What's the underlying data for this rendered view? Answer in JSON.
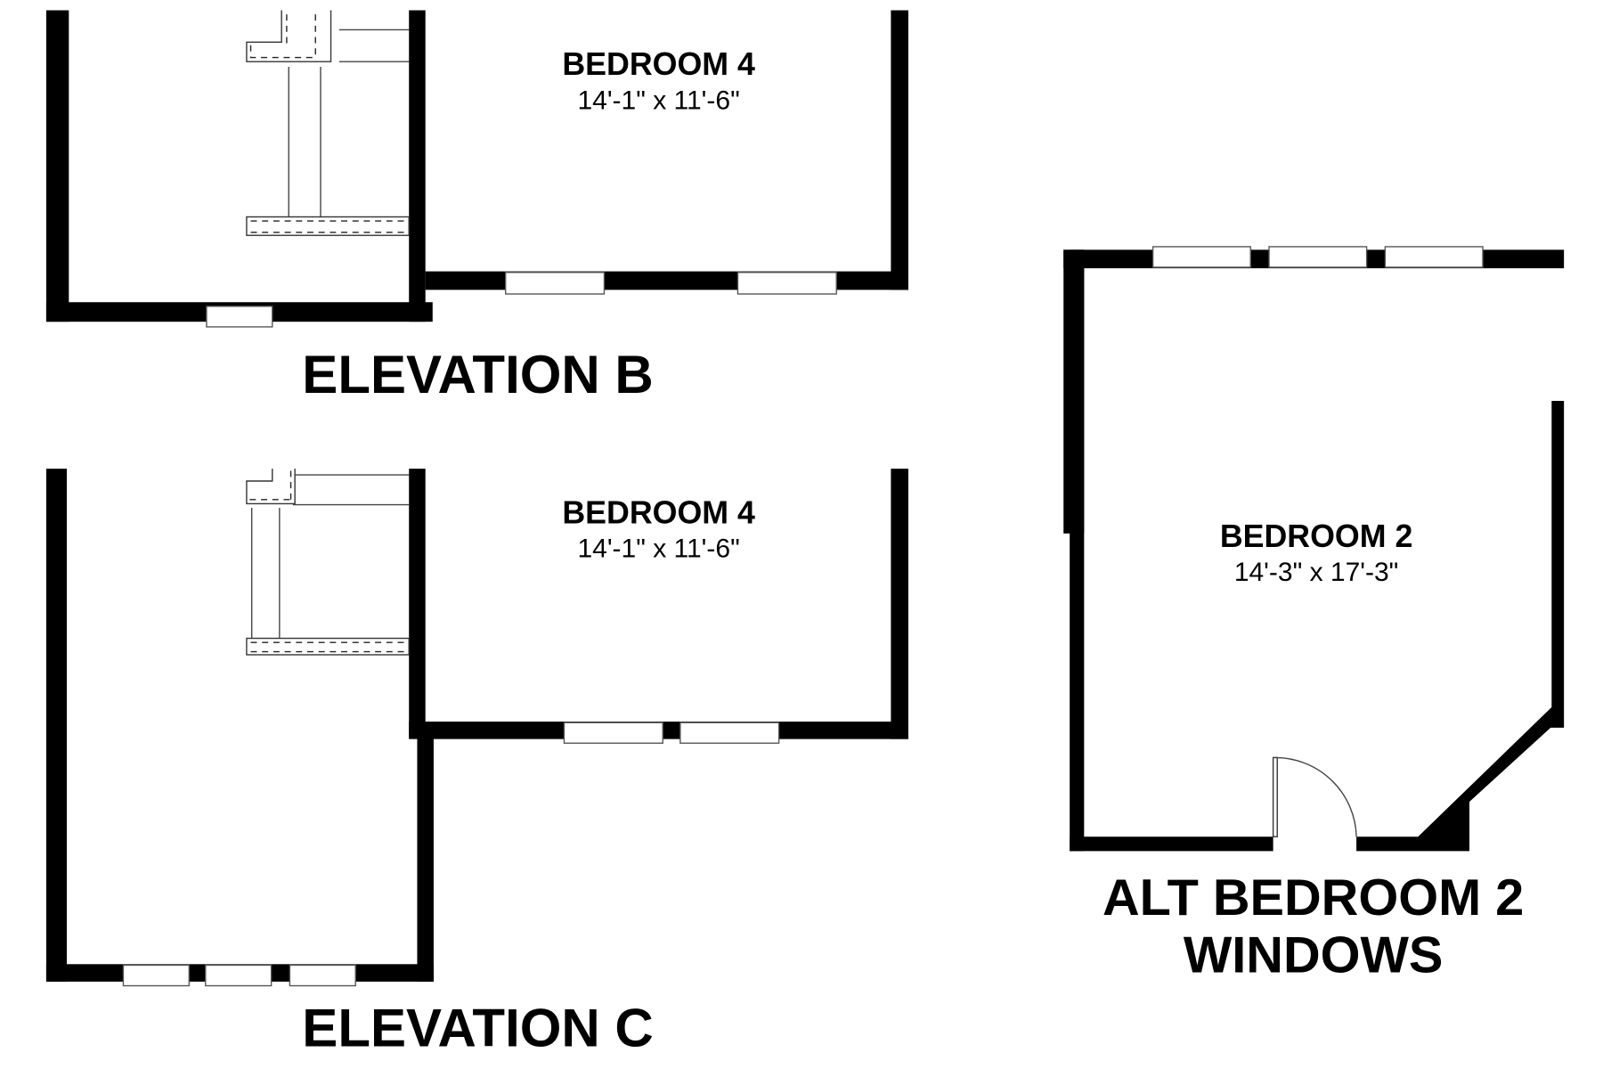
{
  "elevation_b": {
    "title": "ELEVATION B",
    "room": {
      "name": "BEDROOM 4",
      "dimensions": "14'-1\" x 11'-6\""
    },
    "window_count": 3
  },
  "elevation_c": {
    "title": "ELEVATION C",
    "room": {
      "name": "BEDROOM 4",
      "dimensions": "14'-1\" x 11'-6\""
    },
    "window_count": 5
  },
  "alt_bedroom_2": {
    "title_line1": "ALT BEDROOM 2",
    "title_line2": "WINDOWS",
    "room": {
      "name": "BEDROOM 2",
      "dimensions": "14'-3\" x 17'-3\""
    },
    "window_count": 3
  },
  "colors": {
    "wall": "#000000",
    "background": "#ffffff"
  }
}
